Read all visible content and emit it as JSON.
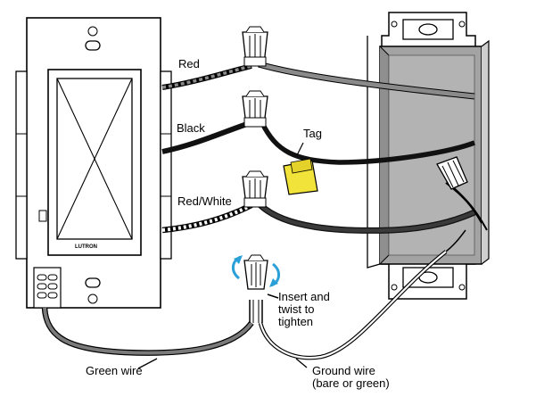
{
  "labels": {
    "red": "Red",
    "black": "Black",
    "tag": "Tag",
    "red_white": "Red/White",
    "insert_1": "Insert and",
    "insert_2": "twist to",
    "insert_3": "tighten",
    "green_wire": "Green wire",
    "ground_1": "Ground wire",
    "ground_2": "(bare or green)"
  },
  "brand": "LUTRON",
  "colors": {
    "wire_red": "#8a8a8a",
    "wire_black": "#111111",
    "wire_green": "#7a7a7a",
    "tag": "#f1e33a",
    "box_gray": "#a3a3a3",
    "arrow_blue": "#2a9fd8"
  },
  "icons": [
    "wire-nut-icon",
    "rotate-arrow-icon",
    "tag-icon"
  ]
}
